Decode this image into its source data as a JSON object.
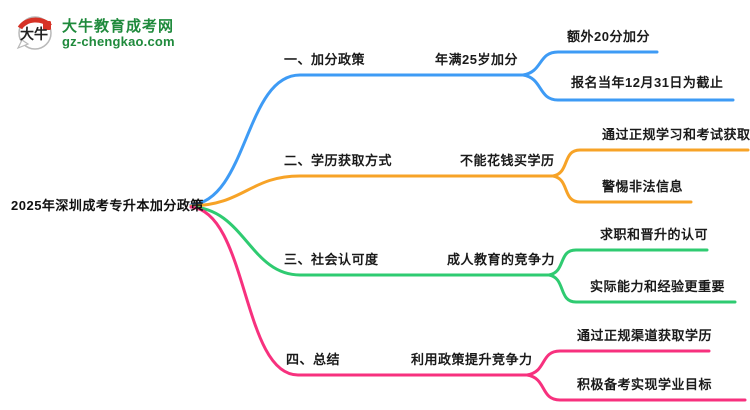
{
  "logo": {
    "icon_text": "大牛",
    "site_name": "大牛教育成考网",
    "site_domain": "gz-chengkao.com",
    "brand_color": "#1f8a3c",
    "accent_red": "#d63226"
  },
  "central": {
    "label": "2025年深圳成考专升本加分政策"
  },
  "branches": [
    {
      "title": "一、加分政策",
      "subtopic": "年满25岁加分",
      "color": "#3e9bf5",
      "leaves": [
        "额外20分加分",
        "报名当年12月31日为截止"
      ]
    },
    {
      "title": "二、学历获取方式",
      "subtopic": "不能花钱买学历",
      "color": "#f7a327",
      "leaves": [
        "通过正规学习和考试获取",
        "警惕非法信息"
      ]
    },
    {
      "title": "三、社会认可度",
      "subtopic": "成人教育的竞争力",
      "color": "#2fcb71",
      "leaves": [
        "求职和晋升的认可",
        "实际能力和经验更重要"
      ]
    },
    {
      "title": "四、总结",
      "subtopic": "利用政策提升竞争力",
      "color": "#f7317e",
      "leaves": [
        "通过正规渠道获取学历",
        "积极备考实现学业目标"
      ]
    }
  ]
}
